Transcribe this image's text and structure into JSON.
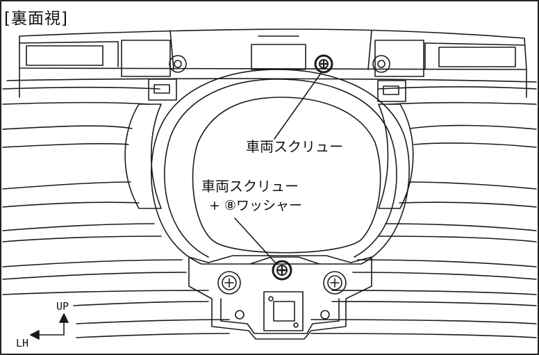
{
  "view_label": "[裏面視]",
  "callouts": {
    "top_screw": "車両スクリュー",
    "bottom_screw_line1": "車両スクリュー",
    "bottom_screw_line2": "+ ⑧ワッシャー"
  },
  "orientation": {
    "up": "UP",
    "left": "LH"
  },
  "colors": {
    "line": "#1a1a1a",
    "background": "#ffffff",
    "frame": "#222222"
  },
  "icons": [
    "screw-head-icon",
    "bolt-washer-icon",
    "up-arrow-icon",
    "left-arrow-icon"
  ]
}
